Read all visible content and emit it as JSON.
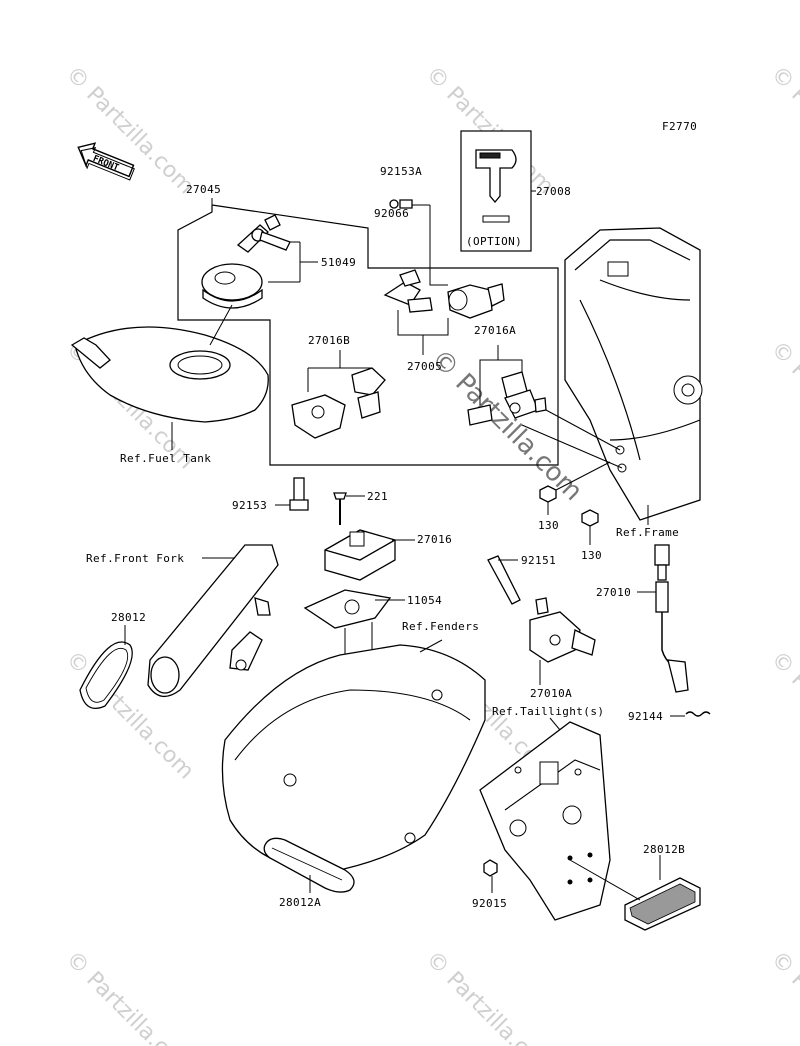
{
  "diagram": {
    "code": "F2770",
    "front_label": "FRONT",
    "watermark": "© Partzilla.com",
    "option_label": "(OPTION)",
    "parts": {
      "p27045": "27045",
      "p51049": "51049",
      "p92153A": "92153A",
      "p92066": "92066",
      "p27008": "27008",
      "p27016B": "27016B",
      "p27005": "27005",
      "p27016A": "27016A",
      "p92153": "92153",
      "p221": "221",
      "p27016": "27016",
      "p11054": "11054",
      "p130a": "130",
      "p130b": "130",
      "p92151": "92151",
      "p27010": "27010",
      "p27010A": "27010A",
      "p28012": "28012",
      "p92144": "92144",
      "p28012A": "28012A",
      "p28012B": "28012B",
      "p92015": "92015"
    },
    "refs": {
      "fuel_tank": "Ref.Fuel Tank",
      "front_fork": "Ref.Front Fork",
      "frame": "Ref.Frame",
      "fenders": "Ref.Fenders",
      "taillight": "Ref.Taillight(s)"
    }
  }
}
